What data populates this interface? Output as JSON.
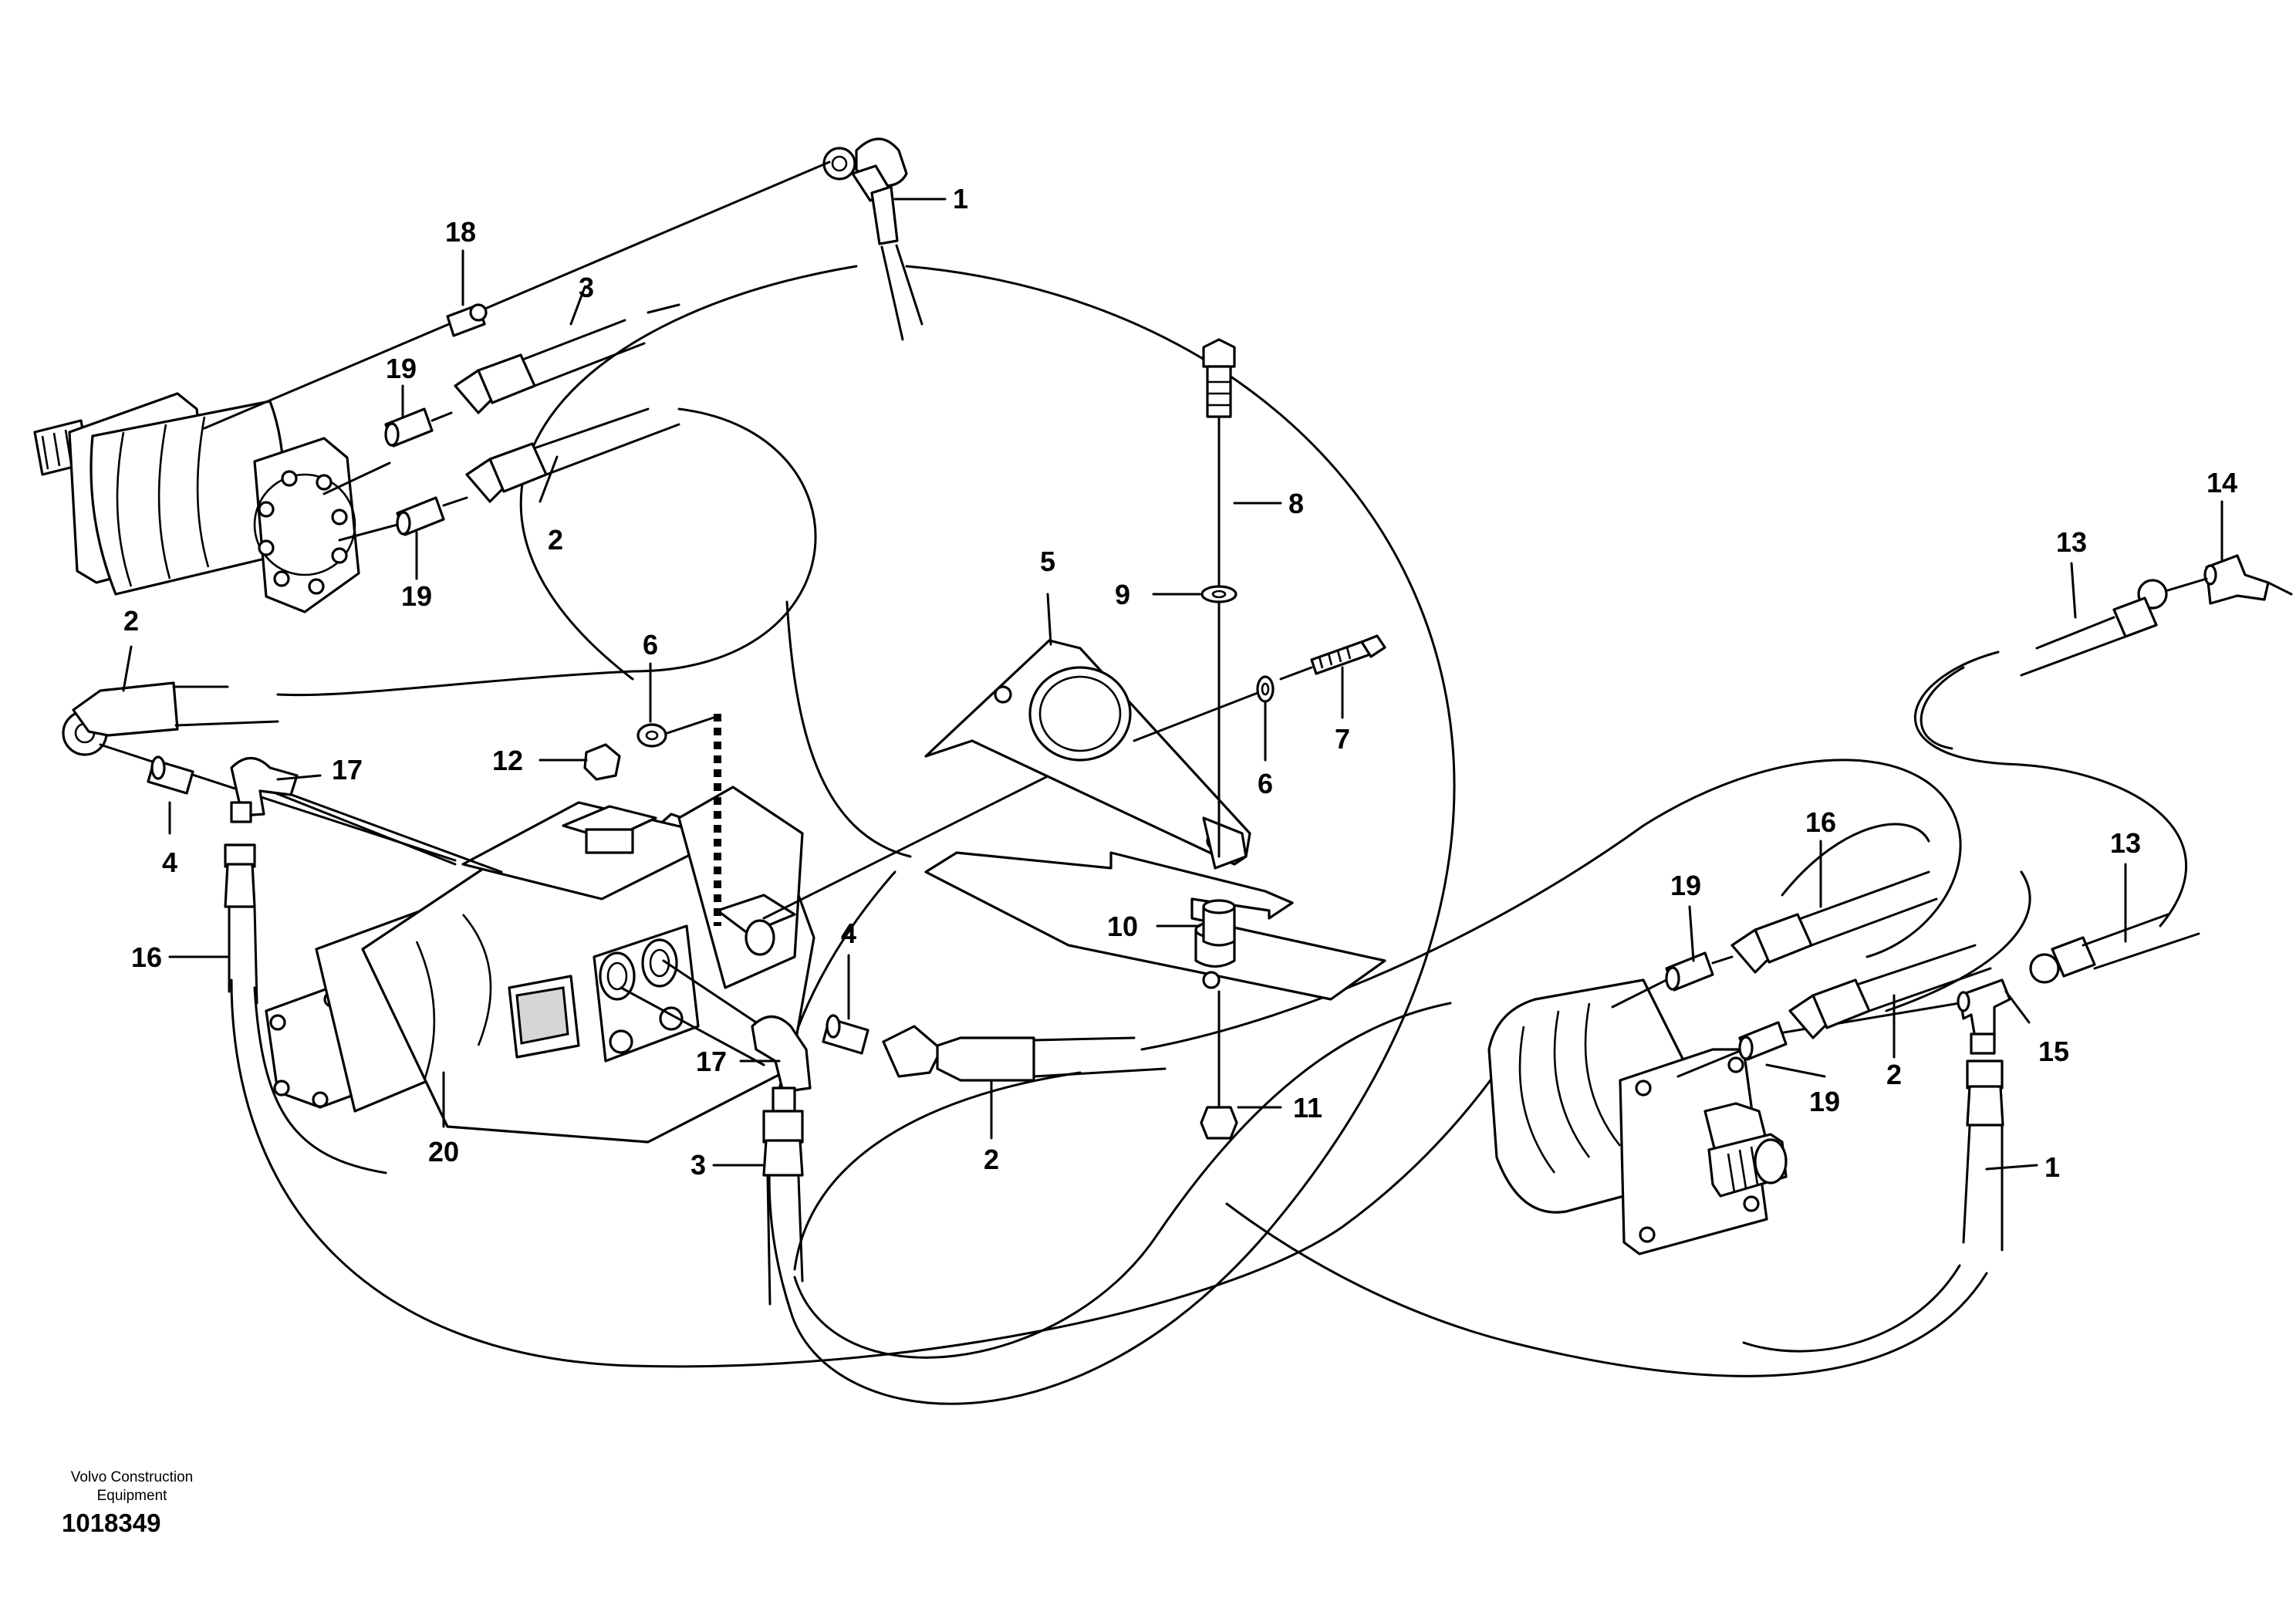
{
  "credit": {
    "line1": "Volvo Construction",
    "line2": "Equipment"
  },
  "drawing_number": "1018349",
  "callouts": {
    "c1_top": "1",
    "c1_right": "1",
    "c2_upper": "2",
    "c2_left": "2",
    "c2_center": "2",
    "c2_right": "2",
    "c3_upper": "3",
    "c3_lower": "3",
    "c4_left": "4",
    "c4_center": "4",
    "c5": "5",
    "c6_left": "6",
    "c6_right": "6",
    "c7": "7",
    "c8": "8",
    "c9": "9",
    "c10": "10",
    "c11": "11",
    "c12": "12",
    "c13_upper": "13",
    "c13_lower": "13",
    "c14": "14",
    "c15": "15",
    "c16_left": "16",
    "c16_right": "16",
    "c17_upper": "17",
    "c17_lower": "17",
    "c18": "18",
    "c19_upper": "19",
    "c19_lower": "19",
    "c19_right_upper": "19",
    "c19_right_lower": "19",
    "c20": "20"
  }
}
